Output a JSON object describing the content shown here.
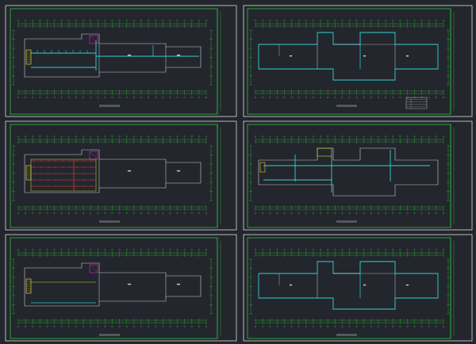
{
  "colors": {
    "background": "#23262d",
    "frame_outer": "#dcdcdc",
    "frame_inner": "#2fbf3f",
    "wall": "#cfcfcf",
    "pipe": "#2fd3d3",
    "dim": "#35c83a",
    "accent_magenta": "#d12ad1",
    "accent_yellow": "#d9d23a",
    "accent_red": "#e03838"
  },
  "sheets": [
    {
      "id": "sheet-1",
      "layout": "left",
      "variant": "pipes"
    },
    {
      "id": "sheet-2",
      "layout": "right",
      "variant": "room-plan",
      "has_table": true
    },
    {
      "id": "sheet-3",
      "layout": "left",
      "variant": "sprinkler"
    },
    {
      "id": "sheet-4",
      "layout": "right",
      "variant": "riser"
    },
    {
      "id": "sheet-5",
      "layout": "left",
      "variant": "simple"
    },
    {
      "id": "sheet-6",
      "layout": "right",
      "variant": "room-plan-simple"
    }
  ]
}
